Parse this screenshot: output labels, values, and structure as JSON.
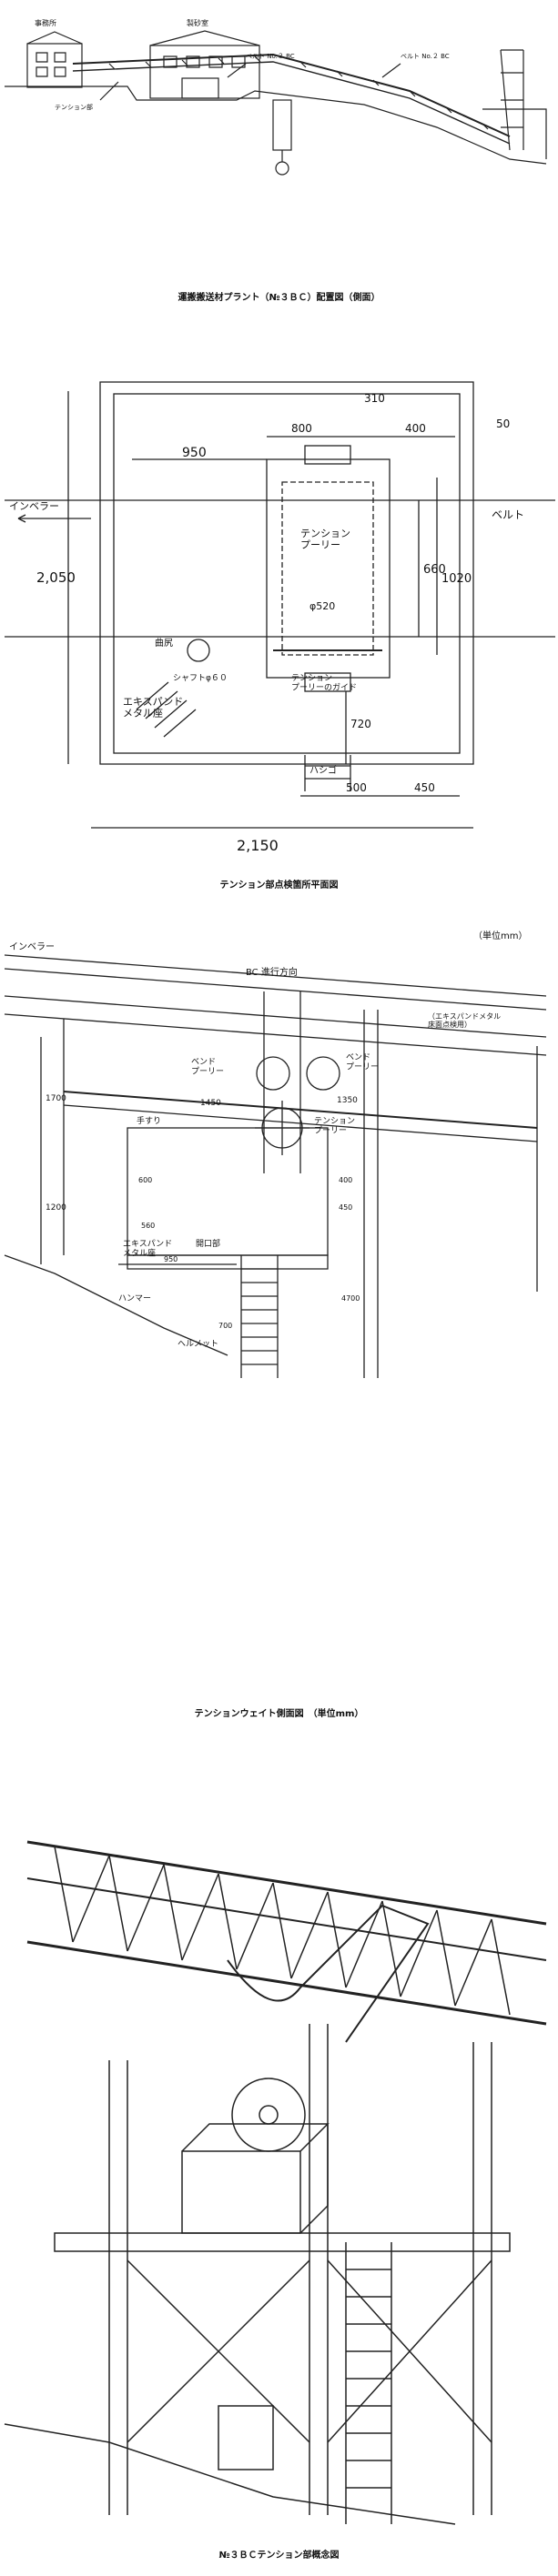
{
  "figure1": {
    "caption": "運搬搬送材プラント（№３ＢＣ）配置図（側面）",
    "labels": {
      "building_left": "事務所",
      "building_mid": "製砂室",
      "belt_a": "ベルト No.３ BC",
      "belt_b": "ベルト No.２ BC",
      "tension": "テンション部"
    }
  },
  "figure2": {
    "caption": "テンション部点検箇所平面図",
    "labels": {
      "inbera": "インベラー",
      "belt": "ベルト",
      "pulley": "テンション\nプーリー",
      "kyakuno": "曲尻",
      "shaft": "シャフトφ６０",
      "guide": "テンション\nプーリーのガイド",
      "expand": "エキスパンド\nメタル座",
      "hashigo": "ハシゴ"
    },
    "dims": {
      "w800": "800",
      "w400": "400",
      "w50": "50",
      "w310": "310",
      "w950": "950",
      "h660": "660",
      "h1020": "1020",
      "w2050": "2,050",
      "d520": "φ520",
      "h720": "720",
      "w500": "500",
      "w450": "450",
      "w2150": "2,150"
    }
  },
  "figure3": {
    "caption": "テンションウェイト側面図　（単位mm）",
    "unit": "（単位mm）",
    "labels": {
      "inbera": "インベラー",
      "belt_dir": "BC 進行方向",
      "bend_left": "ベンド\nプーリー",
      "bend_right": "ベンド\nプーリー",
      "tension_pulley": "テンション\nプーリー",
      "handrail": "手すり",
      "expand": "エキスパンド\nメタル座",
      "opening": "開口部",
      "hammer": "ハンマー",
      "helmet": "ヘルメット",
      "expand_right": "（エキスパンドメタル\n床面点検用）"
    },
    "dims": {
      "d1700": "1700",
      "d1200": "1200",
      "d1450": "1450",
      "d1350": "1350",
      "d600": "600",
      "d400": "400",
      "d450": "450",
      "d4700": "4700",
      "d700": "700",
      "d950": "950",
      "d560": "560"
    }
  },
  "figure4": {
    "caption": "№３ＢＣテンション部概念図"
  }
}
